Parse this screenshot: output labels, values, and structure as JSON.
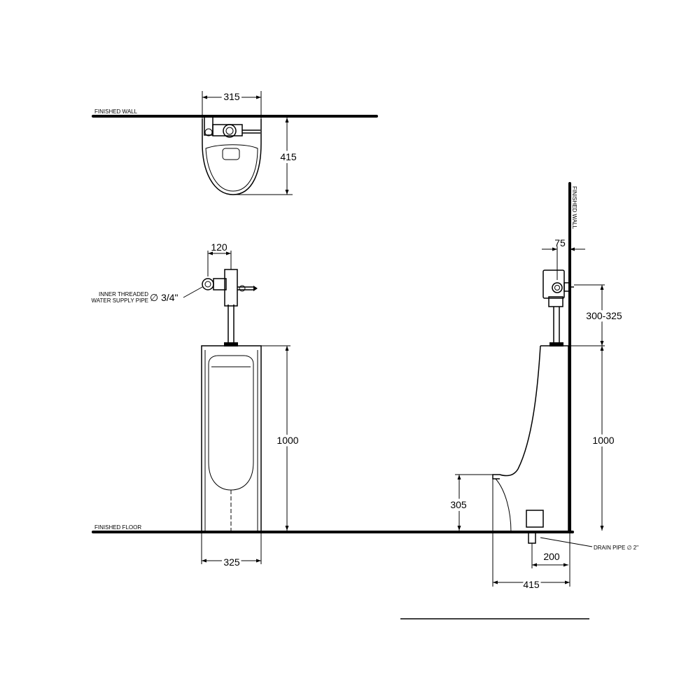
{
  "labels": {
    "finished_wall_top": "FINISHED WALL",
    "finished_wall_side": "FINISHED WALL",
    "finished_floor": "FINISHED FLOOR",
    "supply_pipe_line1": "INNER THREADED",
    "supply_pipe_line2": "WATER SUPPLY PIPE",
    "supply_pipe_size": "∅ 3/4\"",
    "drain_pipe": "DRAIN PIPE ∅ 2\""
  },
  "dimensions": {
    "plan_width": "315",
    "plan_depth": "415",
    "valve_offset": "120",
    "front_height": "1000",
    "front_width": "325",
    "side_wall_offset": "75",
    "side_valve_height": "300-325",
    "side_height": "1000",
    "side_lip_height": "305",
    "drain_offset": "200",
    "side_depth": "415"
  }
}
